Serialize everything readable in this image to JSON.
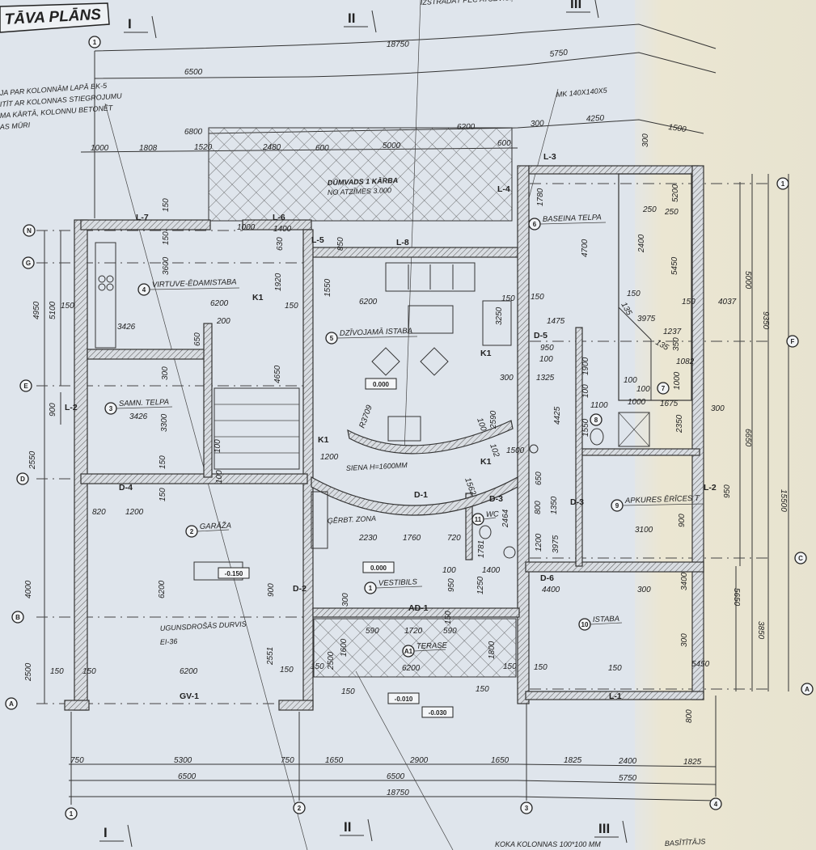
{
  "title": "TĀVA PLĀNS",
  "sections": [
    "I",
    "II",
    "III",
    "I",
    "II",
    "III"
  ],
  "notes": {
    "left_note": [
      "JA PAR KOLONNĀM LAPĀ BK-5",
      "ITĪT AR KOLONNAS STIEGROJUMU",
      "MA KĀRTĀ, KOLONNU BETONĒT",
      "AS MŪRI"
    ],
    "top_note": "IZSTRĀDĀT PĒC ATSEVIŠĶA",
    "chimney": [
      "DŪMVADS 1 KĀRBA",
      "NO ATZĪMES 3.000"
    ],
    "mk": "MK 140X140X5",
    "wall_height": "SIENA H=1600MM",
    "fire_door": [
      "UGUNSDROŠĀS DURVIS",
      "EI-36"
    ],
    "wardrobe": "ĢĒRBT. ZONA",
    "columns": "KOKA KOLONNAS  100*100 MM",
    "stamp": "BASĪTĪTĀJS"
  },
  "axes": {
    "left": [
      "N",
      "G",
      "E",
      "D",
      "B",
      "A"
    ],
    "right": [
      "1",
      "F",
      "C",
      "A"
    ],
    "top": [
      "1"
    ],
    "bottom": [
      "1",
      "2",
      "3",
      "4"
    ]
  },
  "rooms": [
    {
      "number": "1",
      "name": "VESTIBILS"
    },
    {
      "number": "2",
      "name": "GARĀŽA"
    },
    {
      "number": "3",
      "name": "SAMN. TELPA"
    },
    {
      "number": "4",
      "name": "VIRTUVE-ĒDAMISTABA"
    },
    {
      "number": "5",
      "name": "DZĪVOJAMĀ ISTABA"
    },
    {
      "number": "6",
      "name": "BASEINA TELPA"
    },
    {
      "number": "7",
      "name": ""
    },
    {
      "number": "8",
      "name": ""
    },
    {
      "number": "9",
      "name": "APKURES ĒRĪCES T"
    },
    {
      "number": "10",
      "name": "ISTABA"
    },
    {
      "number": "11",
      "name": "WC"
    },
    {
      "number": "A1",
      "name": "TERASE"
    }
  ],
  "elevations": [
    "0.000",
    "0.000",
    "-0.150",
    "-0.010",
    "-0.030"
  ],
  "tags": [
    "L-7",
    "L-6",
    "L-5",
    "L-8",
    "L-4",
    "L-3",
    "L-2",
    "L-2",
    "L-1",
    "D-4",
    "D-2",
    "D-1",
    "D-3",
    "D-3",
    "D-5",
    "D-6",
    "AD-1",
    "GV-1",
    "K1",
    "K1",
    "K1",
    "K1"
  ],
  "dimensions": {
    "overall": [
      "18750",
      "6500",
      "5750",
      "6200",
      "300",
      "4250",
      "1500",
      "6800",
      "1000",
      "1808",
      "1520",
      "2480",
      "600",
      "5000",
      "600",
      "750",
      "5300",
      "750",
      "1650",
      "2900",
      "1650",
      "1825",
      "2400",
      "1825",
      "6500",
      "6500",
      "5750",
      "18750",
      "4950",
      "5100",
      "900",
      "2550",
      "4000",
      "2500",
      "5000",
      "9350",
      "15500",
      "6650",
      "5650",
      "3850"
    ],
    "inner": [
      "150",
      "1000",
      "1400",
      "630",
      "850",
      "3600",
      "150",
      "1920",
      "150",
      "6200",
      "150",
      "1550",
      "6200",
      "150",
      "150",
      "3426",
      "650",
      "200",
      "3250",
      "1475",
      "950",
      "100",
      "300",
      "1325",
      "4650",
      "300",
      "3300",
      "3426",
      "100",
      "100",
      "150",
      "R3709",
      "100",
      "2590",
      "102",
      "1200",
      "1500",
      "1562",
      "650",
      "4425",
      "4700",
      "1780",
      "820",
      "1200",
      "150",
      "6200",
      "900",
      "2551",
      "2230",
      "1760",
      "720",
      "2464",
      "1781",
      "100",
      "1400",
      "950",
      "1250",
      "300",
      "590",
      "1720",
      "590",
      "150",
      "1600",
      "2500",
      "1800",
      "150",
      "150",
      "6200",
      "150",
      "150",
      "6200",
      "150",
      "150",
      "150",
      "800",
      "800",
      "1350",
      "1200",
      "3975",
      "3100",
      "900",
      "950",
      "4400",
      "300",
      "3400",
      "300",
      "5450",
      "150",
      "150",
      "4037",
      "2400",
      "250",
      "250",
      "5200",
      "5450",
      "150",
      "150",
      "135",
      "3975",
      "1237",
      "350",
      "135",
      "1082",
      "1900",
      "100",
      "100",
      "100",
      "1000",
      "1675",
      "1100",
      "1550",
      "1000",
      "2350",
      "300",
      "300"
    ]
  },
  "colors": {
    "paper": "#dfe5ec",
    "paper_fold": "#e9e4cf",
    "ink": "#222222"
  }
}
